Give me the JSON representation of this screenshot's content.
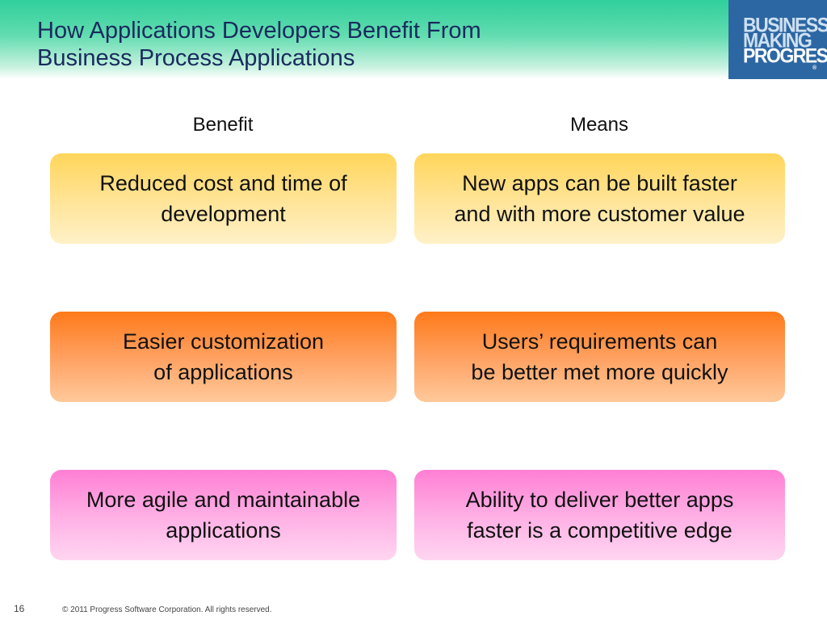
{
  "header": {
    "title_lines": [
      "How Applications Developers Benefit From",
      "Business Process Applications"
    ]
  },
  "logo": {
    "lines": [
      "BUSINESS",
      "MAKING",
      "PROGRESS"
    ],
    "mark": "®"
  },
  "columns": {
    "benefit": "Benefit",
    "means": "Means"
  },
  "rows": [
    {
      "benefit": [
        "Reduced cost and time of",
        "development"
      ],
      "means": [
        "New apps can be built faster",
        "and with more customer value"
      ]
    },
    {
      "benefit": [
        "Easier customization",
        "of applications"
      ],
      "means": [
        "Users’ requirements can",
        "be better met more quickly"
      ]
    },
    {
      "benefit": [
        "More agile and maintainable",
        "applications"
      ],
      "means": [
        "Ability to deliver better apps",
        "faster is a competitive edge"
      ]
    }
  ],
  "footer": {
    "page_number": "16",
    "copyright": "© 2011 Progress Software Corporation. All rights reserved."
  },
  "colors": {
    "title": "#1a2a5e",
    "logo_bg": "#2c67a3",
    "row1": "#ffd55a",
    "row2": "#ff7a1a",
    "row3": "#ff7fd4"
  }
}
